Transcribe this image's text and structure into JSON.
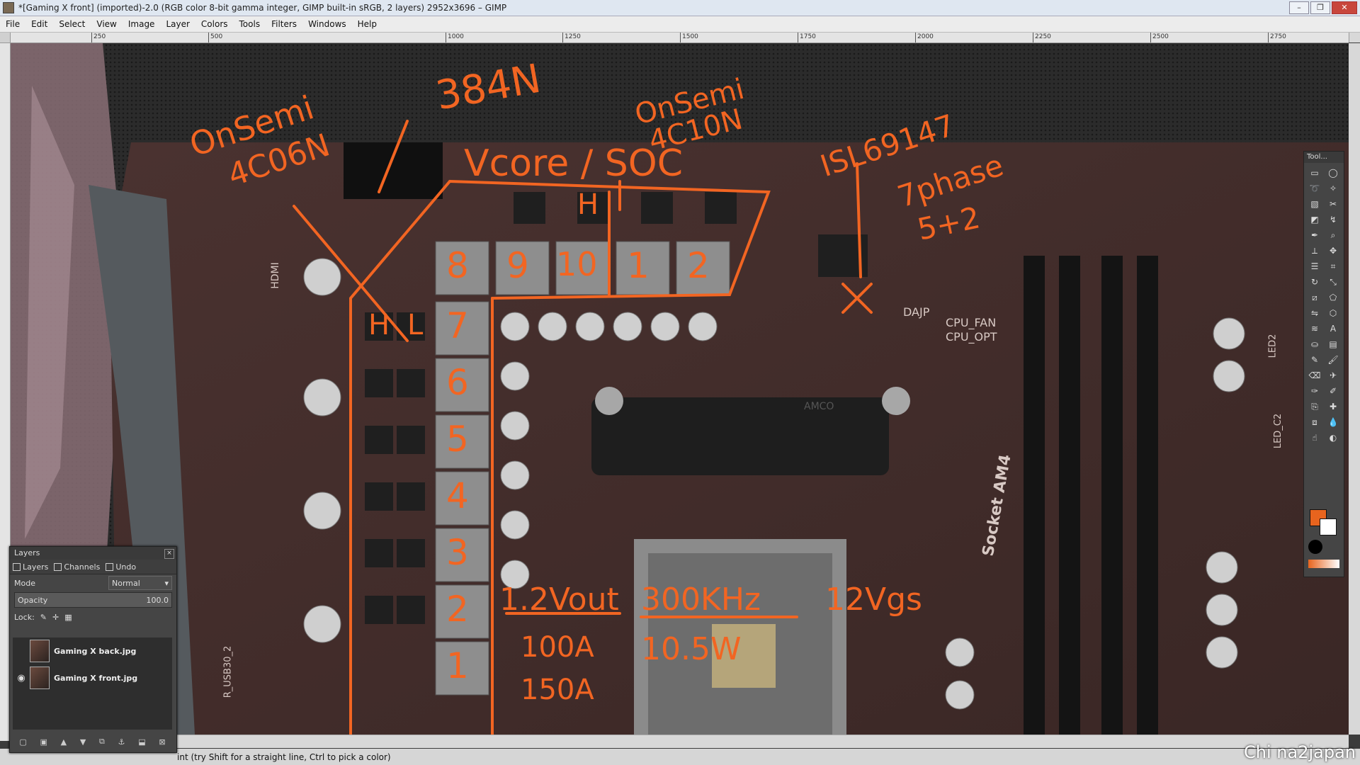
{
  "window": {
    "title": "*[Gaming X front] (imported)-2.0 (RGB color 8-bit gamma integer, GIMP built-in sRGB, 2 layers) 2952x3696 – GIMP"
  },
  "menu": [
    "File",
    "Edit",
    "Select",
    "View",
    "Image",
    "Layer",
    "Colors",
    "Tools",
    "Filters",
    "Windows",
    "Help"
  ],
  "ruler_ticks": [
    "250",
    "500",
    "1000",
    "1250",
    "1500",
    "1750",
    "2000",
    "2250",
    "2500",
    "2750"
  ],
  "annotations": {
    "onsemi_left": "OnSemi",
    "part_left": "4C06N",
    "part_top": "384N",
    "onsemi_right": "OnSemi",
    "part_right": "4C10N",
    "vcore_soc": "Vcore / SOC",
    "controller": "ISL69147",
    "phase": "7phase",
    "phase_split": "5+2",
    "vout": "1.2Vout",
    "freq": "300KHz",
    "vgs": "12Vgs",
    "amps1": "100A",
    "amps2": "150A",
    "power": "10.5W",
    "phase_left_nums": [
      "8",
      "7",
      "6",
      "5",
      "4",
      "3",
      "2",
      "1"
    ],
    "phase_top_nums": [
      "9",
      "10",
      "1",
      "2"
    ],
    "hs_h": "H",
    "hs_l": "L",
    "x_mark": "X"
  },
  "board_labels": {
    "socket": "Socket AM4",
    "cpu_fan": "CPU_FAN",
    "cpu_opt": "CPU_OPT",
    "dajp": "DAJP",
    "hdmi": "HDMI",
    "usb": "R_USB30_2",
    "amco": "AMCO",
    "led2": "LED2",
    "led_c2": "LED_C2"
  },
  "layers_panel": {
    "title": "Layers",
    "tabs": [
      "Layers",
      "Channels",
      "Undo"
    ],
    "mode_label": "Mode",
    "mode_value": "Normal",
    "opacity_label": "Opacity",
    "opacity_value": "100.0",
    "lock_label": "Lock:",
    "layers": [
      {
        "name": "Gaming X back.jpg",
        "visible": false
      },
      {
        "name": "Gaming X front.jpg",
        "visible": true
      }
    ]
  },
  "toolbox": {
    "title": "Tool...",
    "fg_color": "#e8641e",
    "bg_color": "#ffffff"
  },
  "statusbar": {
    "text": "int (try Shift for a straight line, Ctrl to pick a color)"
  },
  "watermark": "Chi na2japan"
}
